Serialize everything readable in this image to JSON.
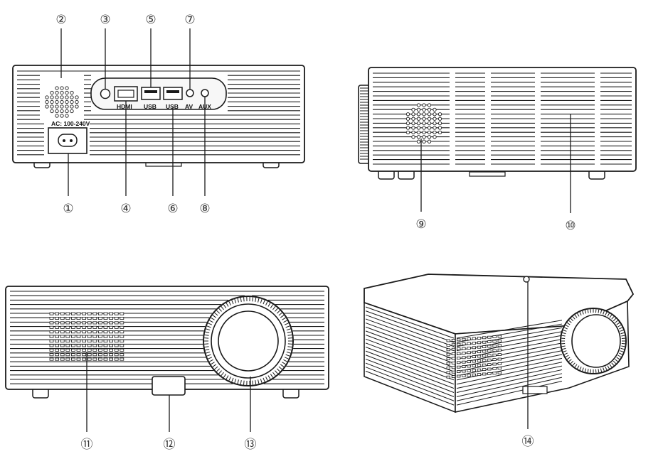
{
  "callouts": {
    "c1": "①",
    "c2": "②",
    "c3": "③",
    "c4": "④",
    "c5": "⑤",
    "c6": "⑥",
    "c7": "⑦",
    "c8": "⑧",
    "c9": "⑨",
    "c10": "⑩",
    "c11": "⑪",
    "c12": "⑫",
    "c13": "⑬",
    "c14": "⑭"
  },
  "port_labels": {
    "power": "AC: 100-240V",
    "hdmi": "HDMI",
    "usb1": "USB",
    "usb2": "USB",
    "av": "AV",
    "aux": "AUX"
  },
  "colors": {
    "stroke": "#1a1a1a",
    "panel": "#f7f7f7",
    "fill": "#ffffff"
  }
}
